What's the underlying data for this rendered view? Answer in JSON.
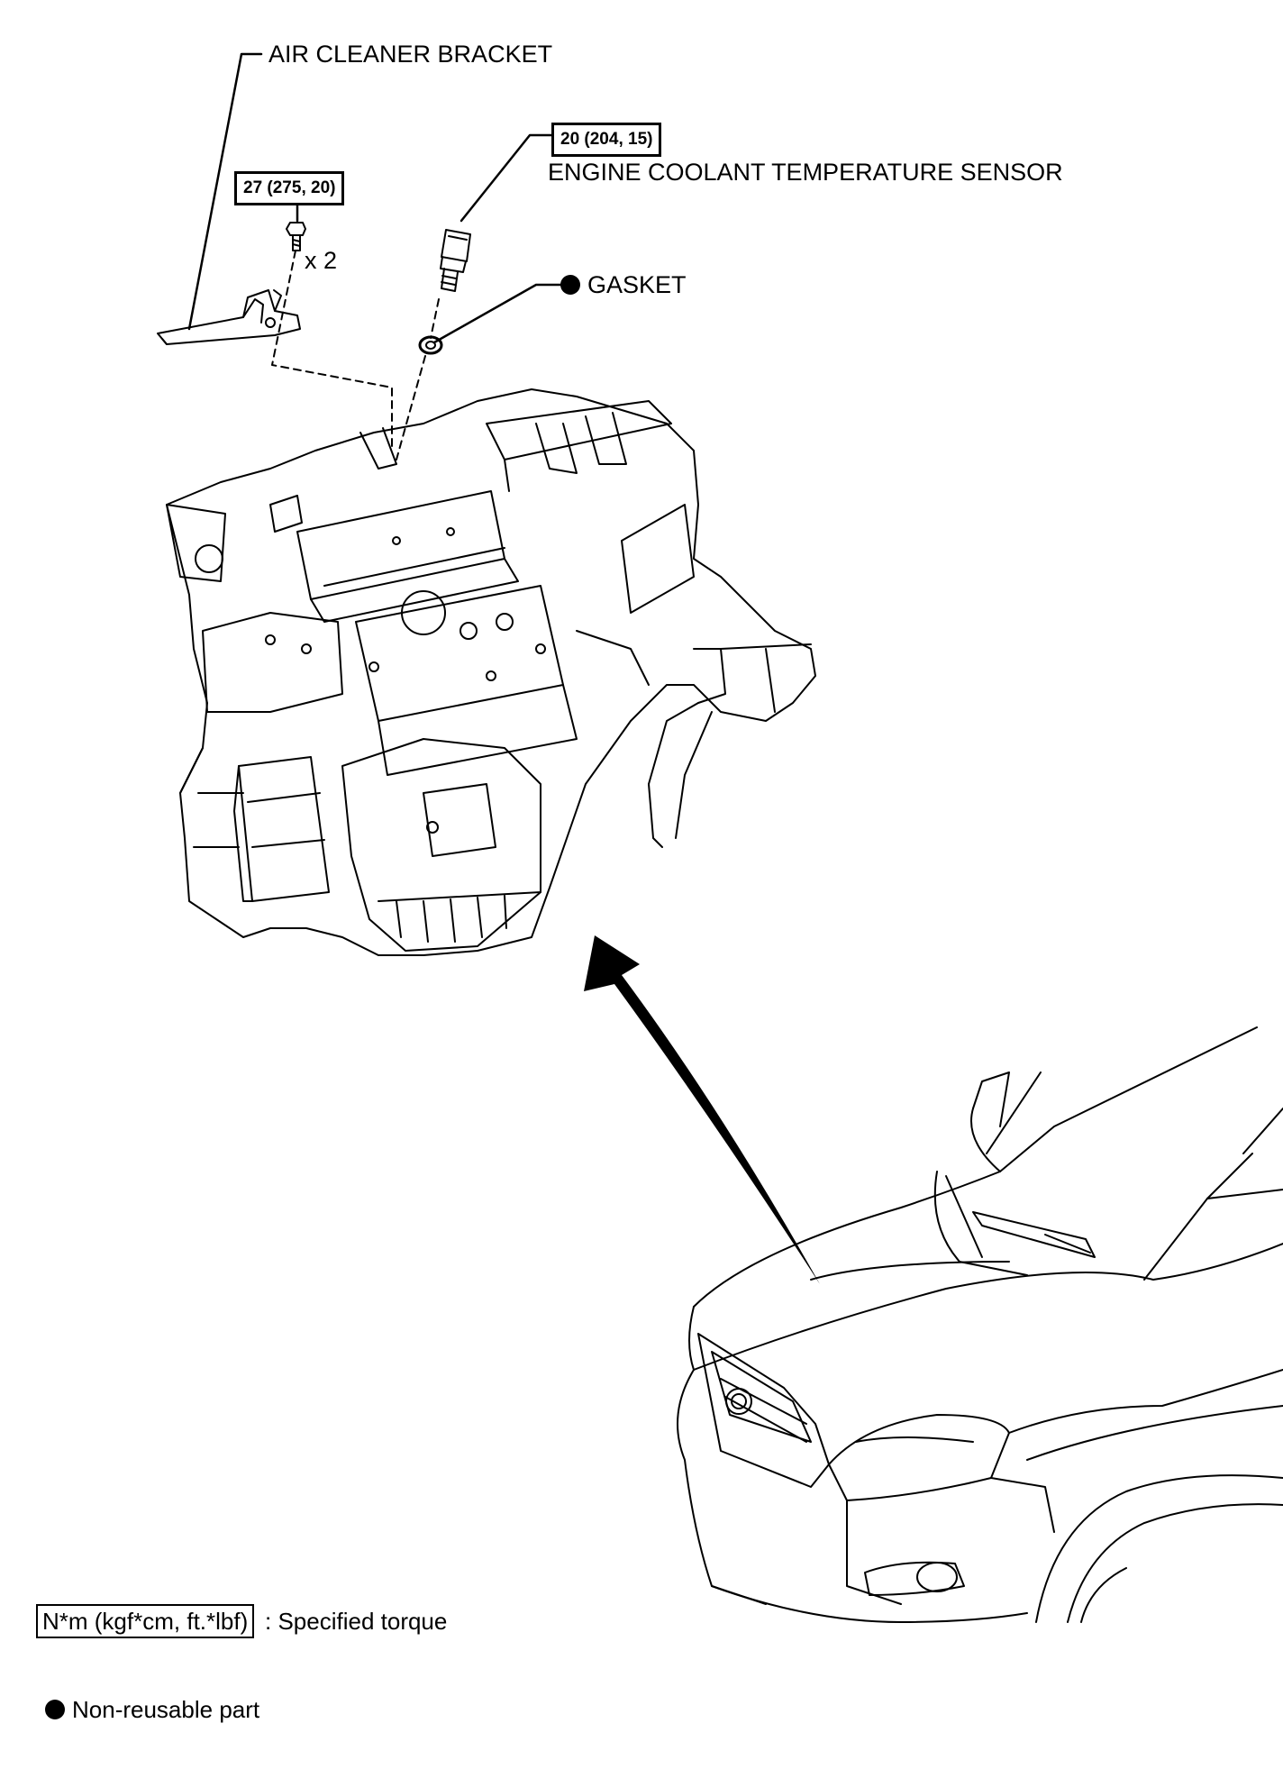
{
  "callouts": {
    "air_cleaner_bracket": "AIR CLEANER BRACKET",
    "engine_coolant_temperature_sensor": "ENGINE COOLANT TEMPERATURE SENSOR",
    "gasket": "GASKET",
    "bolt_quantity": "x 2"
  },
  "torque_specs": {
    "bracket_bolt": "27 (275, 20)",
    "sensor": "20 (204, 15)"
  },
  "legend": {
    "torque_units": "N*m (kgf*cm, ft.*lbf)",
    "torque_caption": ": Specified torque",
    "non_reusable_caption": "Non-reusable part"
  },
  "colors": {
    "line": "#000000",
    "background": "#ffffff"
  },
  "icons": {
    "non_reusable_marker": "filled-circle",
    "location_arrow": "curved-arrow"
  }
}
